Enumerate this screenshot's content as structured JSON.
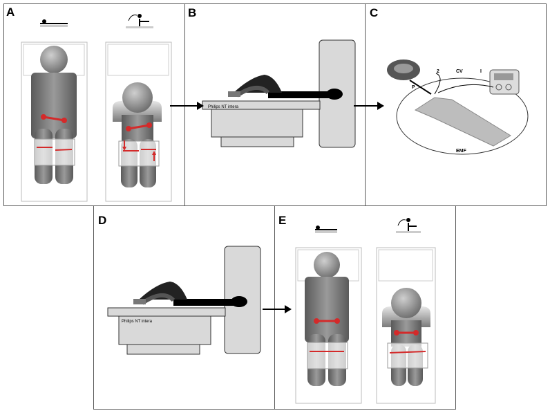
{
  "panels": {
    "a": {
      "label": "A"
    },
    "b": {
      "label": "B",
      "scanner_label": "Philips NT intera"
    },
    "c": {
      "label": "C",
      "labels": {
        "p": "P",
        "two": "2",
        "cv": "CV",
        "i": "I",
        "emf": "EMF"
      }
    },
    "d": {
      "label": "D",
      "scanner_label": "Philips NT intera"
    },
    "e": {
      "label": "E"
    }
  },
  "colors": {
    "marker": "#d42a2a",
    "body_dark": "#6e6e6e",
    "scanner_grey": "#d9d9d9"
  }
}
